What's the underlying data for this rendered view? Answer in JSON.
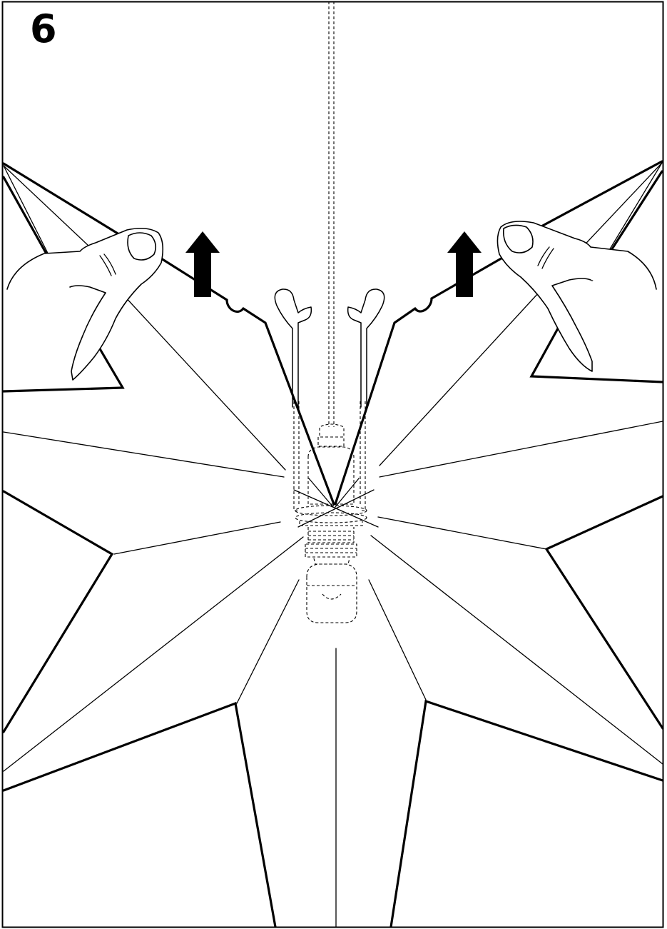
{
  "step": {
    "number": "6"
  },
  "illustration": {
    "subject": "star-lamp-shade",
    "arrows": [
      {
        "icon": "arrow-up-icon",
        "direction": "up"
      },
      {
        "icon": "arrow-up-icon",
        "direction": "up"
      }
    ],
    "colors": {
      "line": "#000000",
      "background": "#ffffff"
    }
  }
}
